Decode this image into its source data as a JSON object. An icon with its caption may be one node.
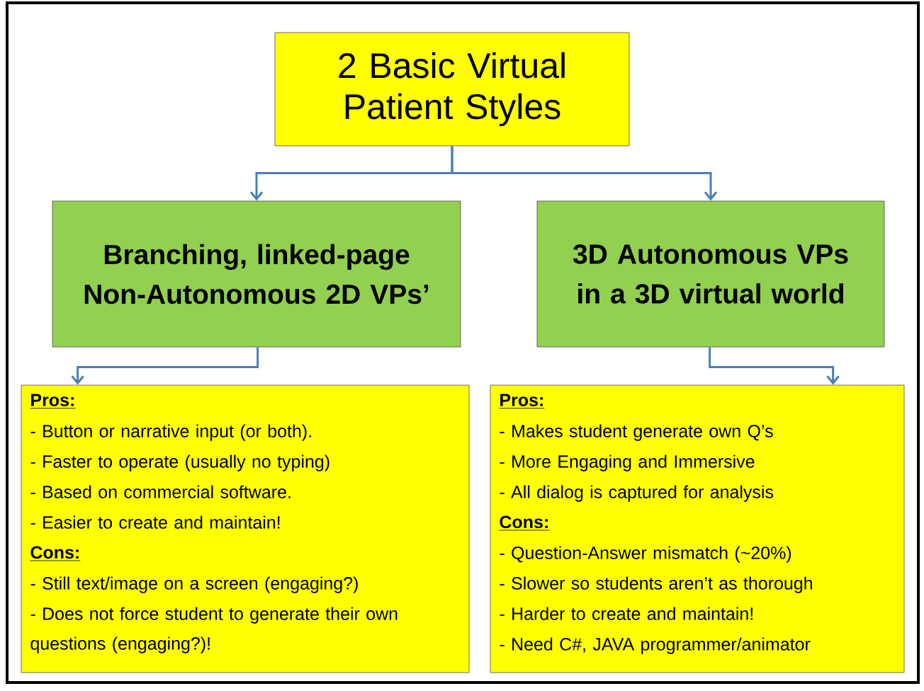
{
  "diagram": {
    "nodes": [
      {
        "text": [
          "2 Basic Virtual Patient Styles"
        ]
      },
      {
        "text": [
          "Branching, linked-page Non-Autonomous 2D VPs’"
        ]
      },
      {
        "text": [
          "3D Autonomous VPs in a 3D virtual world"
        ]
      },
      {
        "text": [
          "Pros:",
          "- Button or narrative input (or both).",
          "- Faster to operate (usually no typing)",
          "- Based on commercial software.",
          "- Easier to create and maintain!",
          "Cons:",
          "- Still text/image on a screen (engaging?)",
          "- Does not force student to generate their own questions (engaging?)!"
        ]
      },
      {
        "text": [
          "Pros:",
          "- Makes student generate own Q’s",
          "- More Engaging and Immersive",
          "- All dialog is captured for analysis",
          "Cons:",
          "- Question-Answer mismatch (~20%)",
          "- Slower so students aren’t as thorough",
          "- Harder to create and maintain!",
          "- Need C#, JAVA programmer/animator"
        ]
      }
    ],
    "edges": [
      {
        "from": 0,
        "to": 1,
        "arrow": "to"
      },
      {
        "from": 0,
        "to": 2,
        "arrow": "to"
      },
      {
        "from": 1,
        "to": 3,
        "arrow": "to"
      },
      {
        "from": 2,
        "to": 4,
        "arrow": "to"
      }
    ]
  }
}
